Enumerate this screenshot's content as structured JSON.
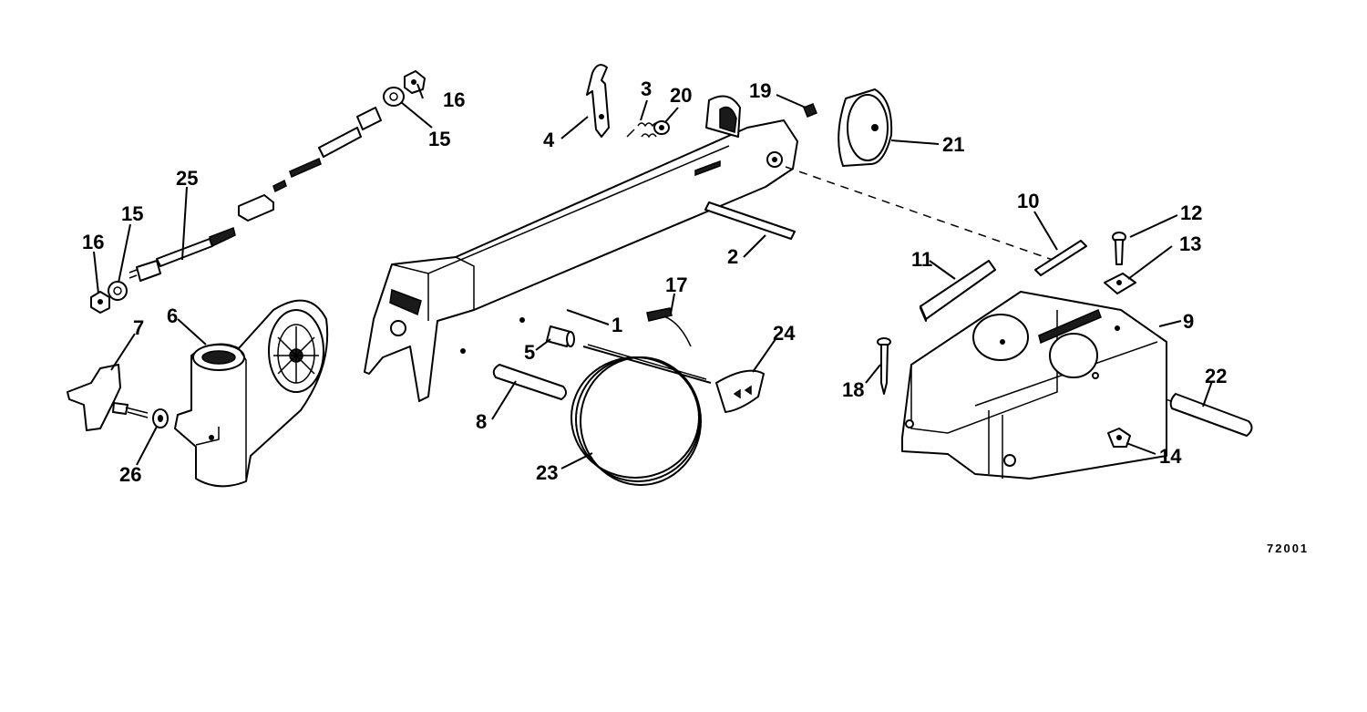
{
  "diagram": {
    "catalog_number": "72001",
    "labels": {
      "p1": "1",
      "p2": "2",
      "p3": "3",
      "p4": "4",
      "p5": "5",
      "p6": "6",
      "p7": "7",
      "p8": "8",
      "p9": "9",
      "p10": "10",
      "p11": "11",
      "p12": "12",
      "p13": "13",
      "p14": "14",
      "p15a": "15",
      "p15b": "15",
      "p16a": "16",
      "p16b": "16",
      "p17": "17",
      "p18": "18",
      "p19": "19",
      "p20": "20",
      "p21": "21",
      "p22": "22",
      "p23": "23",
      "p24": "24",
      "p25": "25",
      "p26": "26"
    }
  }
}
